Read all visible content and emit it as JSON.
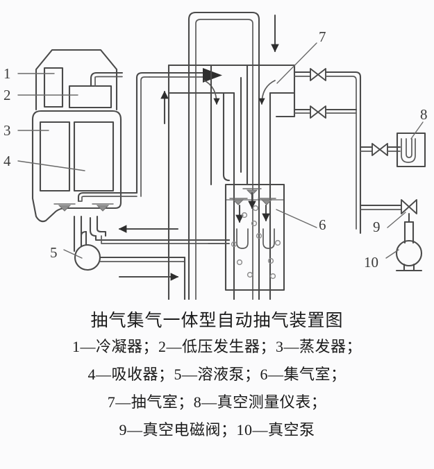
{
  "figure": {
    "title": "抽气集气一体型自动抽气装置图",
    "legend_lines": [
      "1—冷凝器；2—低压发生器；3—蒸发器；",
      "4—吸收器；5—溶液泵；6—集气室；",
      "7—抽气室；8—真空测量仪表；",
      "9—真空电磁阀；10—真空泵"
    ],
    "background_color": "#fbfbfc",
    "line_color": "#4a4a4a",
    "text_color": "#1a1a1a"
  },
  "callouts": [
    {
      "id": "1",
      "number": "1",
      "name": "冷凝器",
      "name_en": "condenser"
    },
    {
      "id": "2",
      "number": "2",
      "name": "低压发生器",
      "name_en": "low-pressure-generator"
    },
    {
      "id": "3",
      "number": "3",
      "name": "蒸发器",
      "name_en": "evaporator"
    },
    {
      "id": "4",
      "number": "4",
      "name": "吸收器",
      "name_en": "absorber"
    },
    {
      "id": "5",
      "number": "5",
      "name": "溶液泵",
      "name_en": "solution-pump"
    },
    {
      "id": "6",
      "number": "6",
      "name": "集气室",
      "name_en": "gas-collection-chamber"
    },
    {
      "id": "7",
      "number": "7",
      "name": "抽气室",
      "name_en": "pumping-chamber"
    },
    {
      "id": "8",
      "number": "8",
      "name": "真空测量仪表",
      "name_en": "vacuum-gauge"
    },
    {
      "id": "9",
      "number": "9",
      "name": "真空电磁阀",
      "name_en": "vacuum-solenoid-valve"
    },
    {
      "id": "10",
      "number": "10",
      "name": "真空泵",
      "name_en": "vacuum-pump"
    }
  ],
  "components": {
    "condenser": "冷凝器",
    "generator": "低压发生器",
    "evaporator": "蒸发器",
    "absorber": "吸收器",
    "solution_pump": "溶液泵",
    "gas_chamber": "集气室",
    "pumping_chamber": "抽气室",
    "vacuum_gauge": "真空测量仪表",
    "solenoid_valve": "真空电磁阀",
    "vacuum_pump": "真空泵"
  },
  "flow_arrows": [
    {
      "name": "riser-up-arrow",
      "direction": "up"
    },
    {
      "name": "top-inlet-down-arrow",
      "direction": "down"
    },
    {
      "name": "return-left-arrow",
      "direction": "left"
    },
    {
      "name": "supply-right-arrow",
      "direction": "right"
    },
    {
      "name": "chamber-feed-right-arrow",
      "direction": "right"
    },
    {
      "name": "downcomer-left-arrow",
      "direction": "down"
    },
    {
      "name": "downcomer-right-arrow",
      "direction": "down"
    }
  ]
}
